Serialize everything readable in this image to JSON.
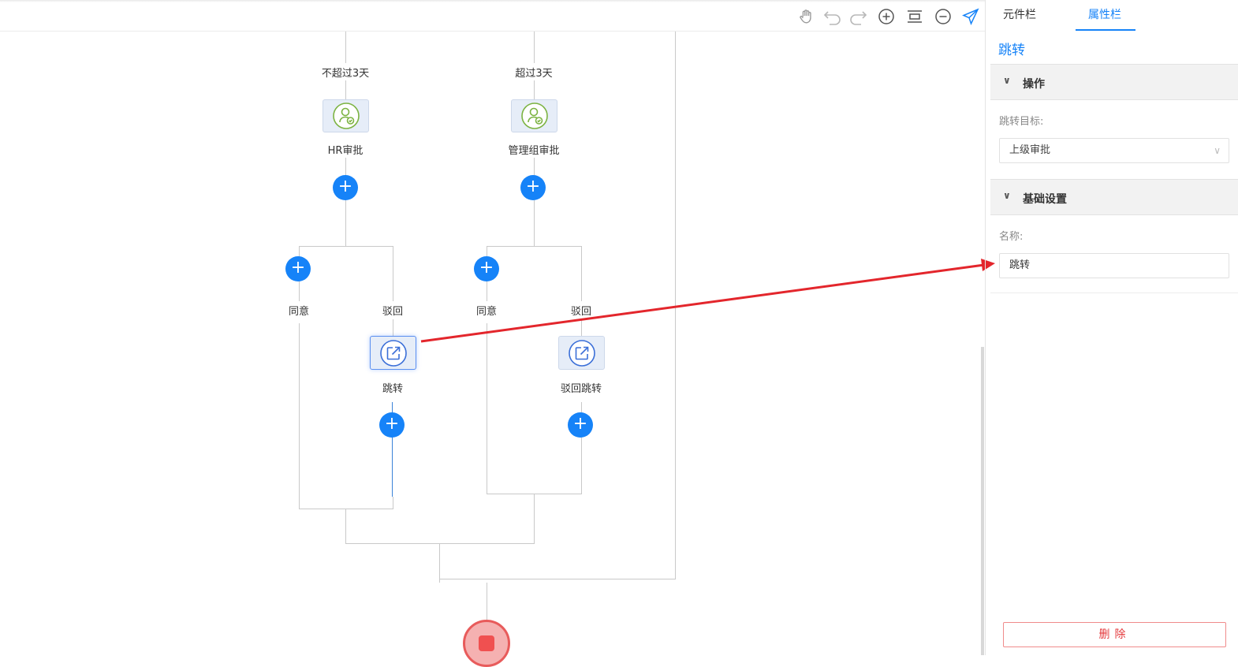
{
  "canvas": {
    "branches": [
      {
        "condition": "不超过3天",
        "approver": "HR审批"
      },
      {
        "condition": "超过3天",
        "approver": "管理组审批"
      }
    ],
    "outcome_labels": {
      "left_agree": "同意",
      "left_reject": "驳回",
      "right_agree": "同意",
      "right_reject": "驳回"
    },
    "jump_nodes": {
      "left": "跳转",
      "right": "驳回跳转"
    },
    "add_symbol": "+"
  },
  "toolbar": {
    "tools": [
      "hand-icon",
      "undo-icon",
      "redo-icon",
      "zoom-in-icon",
      "fit-icon",
      "zoom-out-icon",
      "publish-icon"
    ]
  },
  "panel": {
    "tabs": [
      "元件栏",
      "属性栏"
    ],
    "active_tab": "属性栏",
    "title": "跳转",
    "section_operation": "操作",
    "jump_target_label": "跳转目标:",
    "jump_target_value": "上级审批",
    "section_basic": "基础设置",
    "name_label": "名称:",
    "name_value": "跳转",
    "delete_label": "删除"
  },
  "colors": {
    "accent": "#1683f8",
    "delete": "#e4393c",
    "arrow": "#e3262c",
    "end_node": "#f05a5a"
  }
}
